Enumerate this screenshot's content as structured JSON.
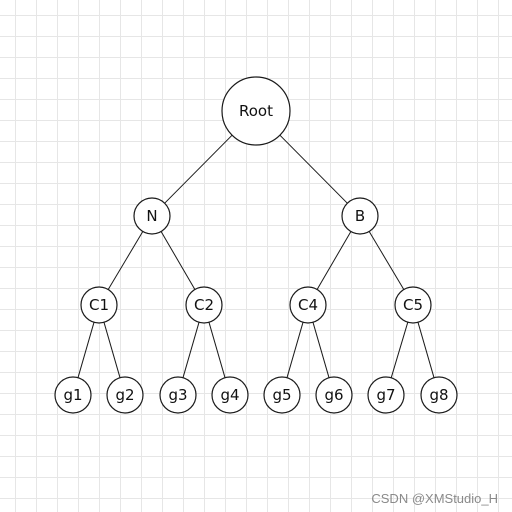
{
  "diagram": {
    "nodes": [
      {
        "id": "root",
        "label": "Root"
      },
      {
        "id": "n",
        "label": "N"
      },
      {
        "id": "b",
        "label": "B"
      },
      {
        "id": "c1",
        "label": "C1"
      },
      {
        "id": "c2",
        "label": "C2"
      },
      {
        "id": "c4",
        "label": "C4"
      },
      {
        "id": "c5",
        "label": "C5"
      },
      {
        "id": "g1",
        "label": "g1"
      },
      {
        "id": "g2",
        "label": "g2"
      },
      {
        "id": "g3",
        "label": "g3"
      },
      {
        "id": "g4",
        "label": "g4"
      },
      {
        "id": "g5",
        "label": "g5"
      },
      {
        "id": "g6",
        "label": "g6"
      },
      {
        "id": "g7",
        "label": "g7"
      },
      {
        "id": "g8",
        "label": "g8"
      }
    ],
    "edges": [
      [
        "root",
        "n"
      ],
      [
        "root",
        "b"
      ],
      [
        "n",
        "c1"
      ],
      [
        "n",
        "c2"
      ],
      [
        "b",
        "c4"
      ],
      [
        "b",
        "c5"
      ],
      [
        "c1",
        "g1"
      ],
      [
        "c1",
        "g2"
      ],
      [
        "c2",
        "g3"
      ],
      [
        "c2",
        "g4"
      ],
      [
        "c4",
        "g5"
      ],
      [
        "c4",
        "g6"
      ],
      [
        "c5",
        "g7"
      ],
      [
        "c5",
        "g8"
      ]
    ]
  },
  "watermark": "CSDN @XMStudio_H"
}
